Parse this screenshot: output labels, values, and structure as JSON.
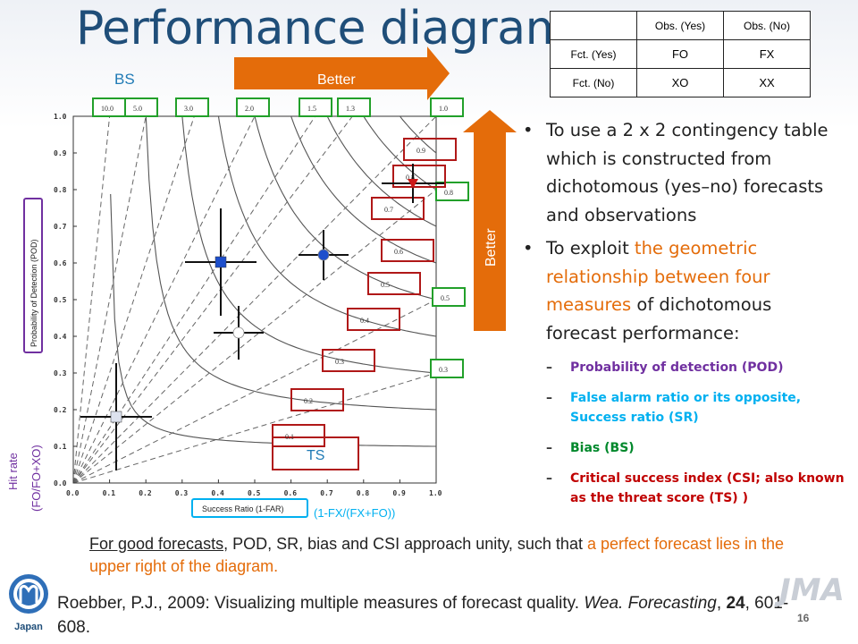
{
  "slide": {
    "title": "Performance diagram",
    "page_number": "16"
  },
  "contingency_table": {
    "col_headers": [
      "Obs. (Yes)",
      "Obs. (No)"
    ],
    "rows": [
      {
        "header": "Fct. (Yes)",
        "cells": [
          "FO",
          "FX"
        ]
      },
      {
        "header": "Fct. (No)",
        "cells": [
          "XO",
          "XX"
        ]
      }
    ]
  },
  "diagram": {
    "bs_label": "BS",
    "better_label": "Better",
    "ts_label": "TS",
    "y_axis_label": "Probability of Detection (POD)",
    "x_axis_label": "Success Ratio (1-FAR)",
    "hit_rate_label": "Hit rate",
    "hit_rate_formula": "(FO/FO+XO)",
    "sr_formula": "(1-FX/(FX+FO))",
    "x_ticks": [
      "0.0",
      "0.1",
      "0.2",
      "0.3",
      "0.4",
      "0.5",
      "0.6",
      "0.7",
      "0.8",
      "0.9",
      "1.0"
    ],
    "y_ticks": [
      "0.0",
      "0.1",
      "0.2",
      "0.3",
      "0.4",
      "0.5",
      "0.6",
      "0.7",
      "0.8",
      "0.9",
      "1.0"
    ],
    "bias_labels": [
      "10.0",
      "5.0",
      "3.0",
      "2.0",
      "1.5",
      "1.3",
      "1.0",
      "0.8",
      "0.5",
      "0.3"
    ],
    "csi_labels": [
      "0.1",
      "0.2",
      "0.3",
      "0.4",
      "0.5",
      "0.6",
      "0.7",
      "0.8",
      "0.9"
    ]
  },
  "bullets": [
    {
      "segments": [
        {
          "text": "To use a 2 x 2 contingency table which is constructed from dichotomous (yes–no) forecasts and observations",
          "color": "#222222"
        }
      ]
    },
    {
      "segments": [
        {
          "text": "To exploit ",
          "color": "#222222"
        },
        {
          "text": "the geometric relationship between four measures",
          "color": "#e46c0a"
        },
        {
          "text": " of dichotomous forecast performance:",
          "color": "#222222"
        }
      ]
    }
  ],
  "sub_bullets": [
    {
      "text": "Probability of detection (POD)",
      "color": "#7030a0"
    },
    {
      "text": "False alarm ratio or its opposite, Success ratio (SR)",
      "color": "#00b0f0"
    },
    {
      "text": "Bias (BS)",
      "color": "#00882b"
    },
    {
      "text": "Critical success index (CSI; also known as the threat score (TS) )",
      "color": "#c00000"
    }
  ],
  "footer": {
    "line1_underline": "For good forecasts",
    "line1_black": ", POD, SR, bias and CSI approach unity, such that ",
    "line1_orange": "a perfect forecast lies in the upper right of the diagram.",
    "ref_pre": "Roebber, P.J., 2009: Visualizing multiple measures of forecast quality. ",
    "ref_italic": "Wea. Forecasting",
    "ref_mid": ", ",
    "ref_bold": "24",
    "ref_post": ", 601-608."
  },
  "logos": {
    "left": "Japan",
    "right": "JMA"
  },
  "colors": {
    "title": "#1f4e79",
    "arrow": "#e46c0a",
    "bias_box": "#22a02a",
    "csi_box": "#b01818",
    "pod_box": "#7030a0",
    "sr_box": "#00b0f0"
  }
}
